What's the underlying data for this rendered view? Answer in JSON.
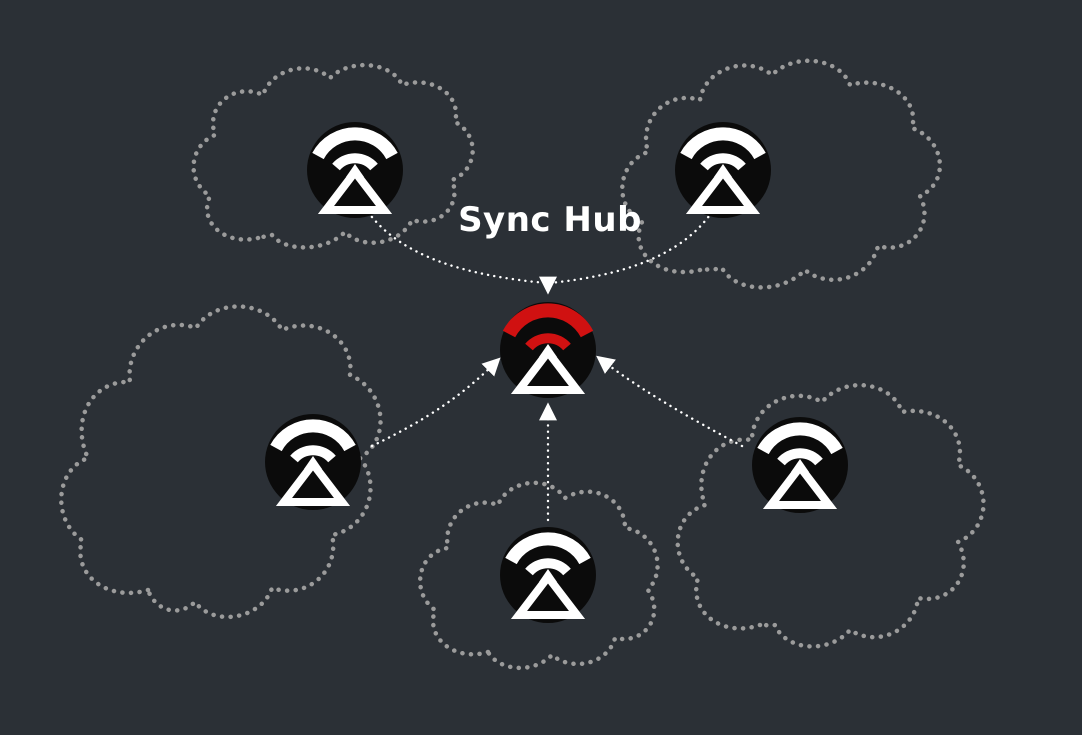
{
  "title": "Sync Hub",
  "colors": {
    "background": "#2b3036",
    "cloud_outline": "#9b9b9b",
    "arrow": "#ffffff",
    "node_fill": "#0b0b0b",
    "glyph": "#ffffff",
    "hub_accent": "#d01111"
  },
  "diagram": {
    "hub": {
      "id": "sync-hub",
      "label": "Sync Hub",
      "icon": "signal-beacon-icon",
      "accent_color": "#d01111"
    },
    "nodes": [
      {
        "id": "node-top-left",
        "icon": "signal-beacon-icon",
        "cloud": "cloud-top-left"
      },
      {
        "id": "node-top-right",
        "icon": "signal-beacon-icon",
        "cloud": "cloud-top-right"
      },
      {
        "id": "node-mid-left",
        "icon": "signal-beacon-icon",
        "cloud": "cloud-mid-left"
      },
      {
        "id": "node-mid-right",
        "icon": "signal-beacon-icon",
        "cloud": "cloud-mid-right"
      },
      {
        "id": "node-bottom",
        "icon": "signal-beacon-icon",
        "cloud": "cloud-bottom"
      }
    ],
    "edges": [
      {
        "from": "node-top-left",
        "to": "sync-hub",
        "style": "dotted-arrow"
      },
      {
        "from": "node-top-right",
        "to": "sync-hub",
        "style": "dotted-arrow"
      },
      {
        "from": "node-mid-left",
        "to": "sync-hub",
        "style": "dotted-arrow"
      },
      {
        "from": "node-mid-right",
        "to": "sync-hub",
        "style": "dotted-arrow"
      },
      {
        "from": "node-bottom",
        "to": "sync-hub",
        "style": "dotted-arrow"
      }
    ]
  }
}
